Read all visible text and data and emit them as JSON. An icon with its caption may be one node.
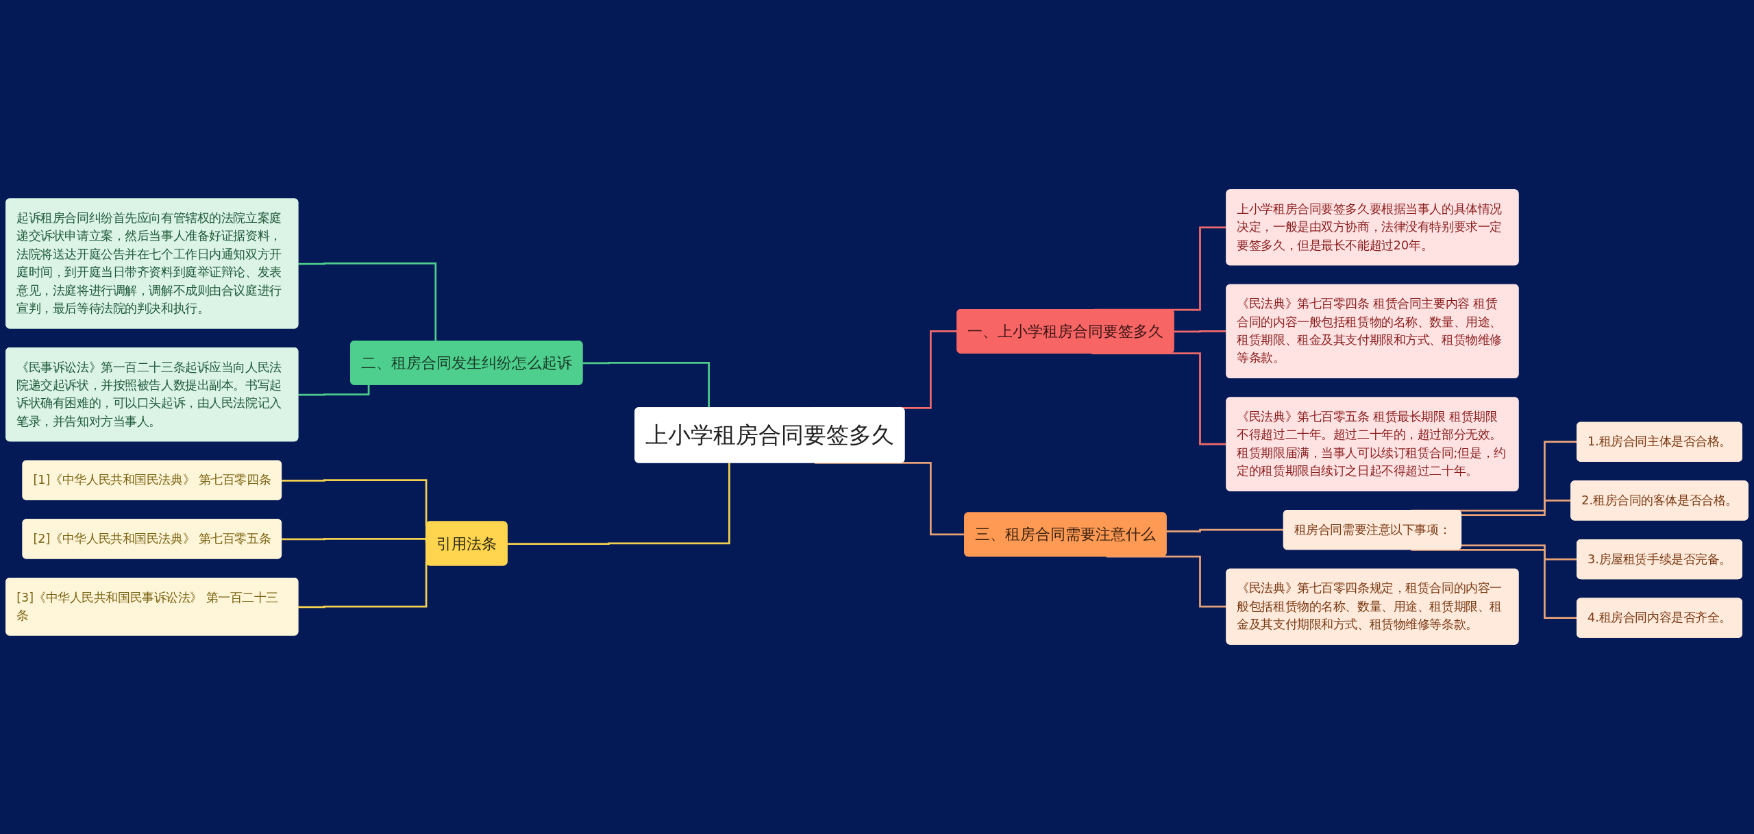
{
  "diagram": {
    "nodes": [
      {
        "text": [
          "上小学租房合同要签多久"
        ]
      },
      {
        "text": [
          "一、上小学租房合同要签多久"
        ]
      },
      {
        "text": [
          "上小学租房合同要签多久要根据当事人的具体情况决定，一般是由双方协商，法律没有特别要求一定要签多久，但是最长不能超过20年。"
        ]
      },
      {
        "text": [
          "《民法典》第七百零四条 租赁合同主要内容 租赁合同的内容一般包括租赁物的名称、数量、用途、租赁期限、租金及其支付期限和方式、租赁物维修等条款。"
        ]
      },
      {
        "text": [
          "《民法典》第七百零五条 租赁最长期限 租赁期限不得超过二十年。超过二十年的，超过部分无效。租赁期限届满，当事人可以续订租赁合同;但是，约定的租赁期限自续订之日起不得超过二十年。"
        ]
      },
      {
        "text": [
          "三、租房合同需要注意什么"
        ]
      },
      {
        "text": [
          "租房合同需要注意以下事项："
        ]
      },
      {
        "text": [
          "1.租房合同主体是否合格。"
        ]
      },
      {
        "text": [
          "2.租房合同的客体是否合格。"
        ]
      },
      {
        "text": [
          "3.房屋租赁手续是否完备。"
        ]
      },
      {
        "text": [
          "4.租房合同内容是否齐全。"
        ]
      },
      {
        "text": [
          "《民法典》第七百零四条规定，租赁合同的内容一般包括租赁物的名称、数量、用途、租赁期限、租金及其支付期限和方式、租赁物维修等条款。"
        ]
      },
      {
        "text": [
          "二、租房合同发生纠纷怎么起诉"
        ]
      },
      {
        "text": [
          "起诉租房合同纠纷首先应向有管辖权的法院立案庭递交诉状申请立案，然后当事人准备好证据资料，法院将送达开庭公告并在七个工作日内通知双方开庭时间，到开庭当日带齐资料到庭举证辩论、发表意见，法庭将进行调解，调解不成则由合议庭进行宣判，最后等待法院的判决和执行。"
        ]
      },
      {
        "text": [
          "《民事诉讼法》第一百二十三条起诉应当向人民法院递交起诉状，并按照被告人数提出副本。书写起诉状确有困难的，可以口头起诉，由人民法院记入笔录，并告知对方当事人。"
        ]
      },
      {
        "text": [
          "引用法条"
        ]
      },
      {
        "text": [
          "[1]《中华人民共和国民法典》 第七百零四条"
        ]
      },
      {
        "text": [
          "[2]《中华人民共和国民法典》 第七百零五条"
        ]
      },
      {
        "text": [
          "[3]《中华人民共和国民事诉讼法》 第一百二十三条"
        ]
      }
    ],
    "edges": [
      {
        "from": 0,
        "to": 1,
        "arrow": "none",
        "color": "#f26b6b"
      },
      {
        "from": 1,
        "to": 2,
        "arrow": "none",
        "color": "#f26b6b"
      },
      {
        "from": 1,
        "to": 3,
        "arrow": "none",
        "color": "#f26b6b"
      },
      {
        "from": 1,
        "to": 4,
        "arrow": "none",
        "color": "#f26b6b"
      },
      {
        "from": 0,
        "to": 5,
        "arrow": "none",
        "color": "#e8a278"
      },
      {
        "from": 5,
        "to": 6,
        "arrow": "none",
        "color": "#e8a278"
      },
      {
        "from": 6,
        "to": 7,
        "arrow": "none",
        "color": "#e8a278"
      },
      {
        "from": 6,
        "to": 8,
        "arrow": "none",
        "color": "#e8a278"
      },
      {
        "from": 6,
        "to": 9,
        "arrow": "none",
        "color": "#e8a278"
      },
      {
        "from": 6,
        "to": 10,
        "arrow": "none",
        "color": "#e8a278"
      },
      {
        "from": 5,
        "to": 11,
        "arrow": "none",
        "color": "#e8a278"
      },
      {
        "from": 12,
        "to": 0,
        "arrow": "none",
        "color": "#4ccb8c"
      },
      {
        "from": 13,
        "to": 12,
        "arrow": "none",
        "color": "#4ccb8c"
      },
      {
        "from": 14,
        "to": 12,
        "arrow": "none",
        "color": "#4ccb8c"
      },
      {
        "from": 15,
        "to": 0,
        "arrow": "none",
        "color": "#f2cf4f"
      },
      {
        "from": 16,
        "to": 15,
        "arrow": "none",
        "color": "#f2cf4f"
      },
      {
        "from": 17,
        "to": 15,
        "arrow": "none",
        "color": "#f2cf4f"
      },
      {
        "from": 18,
        "to": 15,
        "arrow": "none",
        "color": "#f2cf4f"
      }
    ]
  }
}
